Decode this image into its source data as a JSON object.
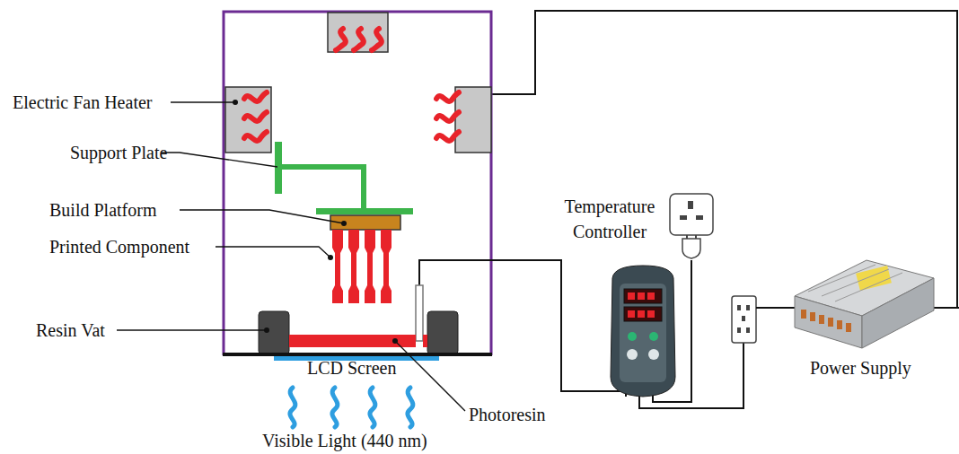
{
  "diagram": {
    "labels": [
      "Electric Fan Heater",
      "Support Plate",
      "Build Platform",
      "Printed Component",
      "Resin Vat",
      "LCD Screen",
      "Photoresin",
      "Visible Light (440 nm)",
      "Temperature Controller",
      "Power Supply"
    ]
  }
}
